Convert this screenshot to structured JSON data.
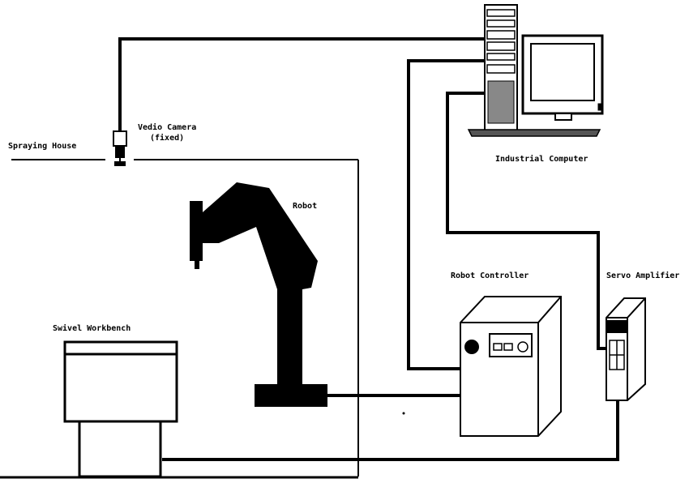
{
  "labels": {
    "spraying_house": "Spraying House",
    "video_camera_line1": "Vedio Camera",
    "video_camera_line2": "(fixed)",
    "industrial_computer": "Industrial Computer",
    "robot": "Robot",
    "robot_controller": "Robot Controller",
    "servo_amplifier": "Servo Amplifier",
    "swivel_workbench": "Swivel Workbench"
  }
}
